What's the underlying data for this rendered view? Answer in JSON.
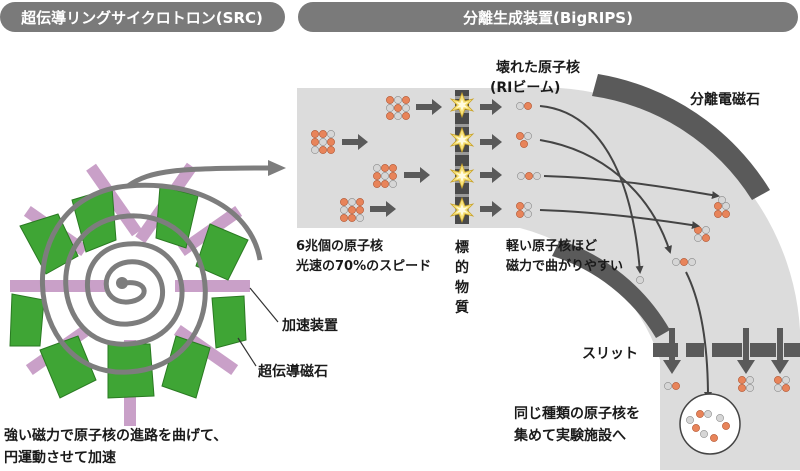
{
  "headers": {
    "src": "超伝導リングサイクロトロン(SRC)",
    "bigrips": "分離生成装置(BigRIPS)"
  },
  "labels": {
    "broken_nuclei_1": "壊れた原子核",
    "broken_nuclei_2": "(RIビーム)",
    "separation_magnet": "分離電磁石",
    "speed_1": "6兆個の原子核",
    "speed_2": "光速の70%のスピード",
    "target_chars": [
      "標",
      "的",
      "物",
      "質"
    ],
    "light_nuclei_1": "軽い原子核ほど",
    "light_nuclei_2": "磁力で曲がりやすい",
    "accelerator": "加速装置",
    "sc_magnet": "超伝導磁石",
    "slit": "スリット",
    "src_caption_1": "強い磁力で原子核の進路を曲げて、",
    "src_caption_2": "円運動させて加速",
    "facility_1": "同じ種類の原子核を",
    "facility_2": "集めて実験施設へ"
  },
  "colors": {
    "header_bg": "#7a7a7a",
    "beamline_bg": "#dcdcdc",
    "magnet_green": "#3fa535",
    "accelerator_pink": "#c9a0c8",
    "path_gray": "#7d7d7d",
    "dark_gray": "#5a5a5a",
    "nucleus_orange": "#e8845a",
    "nucleus_gray": "#c8c8c8"
  },
  "icons": [
    "collision-star-icon",
    "nucleus-cluster-icon",
    "arrow-icon"
  ]
}
